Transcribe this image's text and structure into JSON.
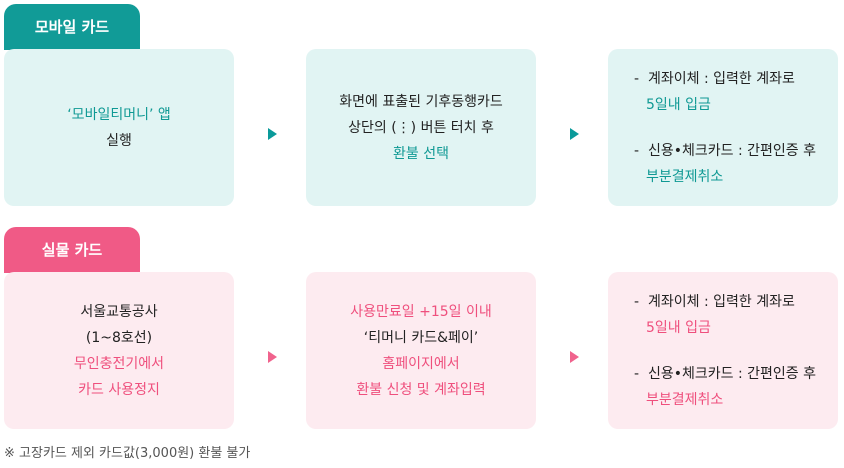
{
  "mobile": {
    "tab_label": "모바일 카드",
    "step1": {
      "line1": "‘모바일티머니’ 앱",
      "line2": "실행"
    },
    "step2": {
      "line1": "화면에 표출된 기후동행카드",
      "line2": "상단의 (⋮) 버튼 터치 후",
      "line3": "환불 선택"
    },
    "step3": {
      "item1_label": "계좌이체 : 입력한 계좌로",
      "item1_value": "5일내 입금",
      "item2_label": "신용•체크카드 : 간편인증 후",
      "item2_value": "부분결제취소"
    }
  },
  "physical": {
    "tab_label": "실물 카드",
    "step1": {
      "line1": "서울교통공사",
      "line2": "(1~8호선)",
      "line3": "무인충전기에서",
      "line4": "카드 사용정지"
    },
    "step2": {
      "line1": "사용만료일 +15일 이내",
      "line2": "‘티머니 카드&페이’",
      "line3": "홈페이지에서",
      "line4": "환불 신청 및 계좌입력"
    },
    "step3": {
      "item1_label": "계좌이체 : 입력한 계좌로",
      "item1_value": "5일내 입금",
      "item2_label": "신용•체크카드 : 간편인증 후",
      "item2_value": "부분결제취소"
    }
  },
  "list_dash": "-",
  "footnote": "※ 고장카드 제외 카드값(3,000원) 환불 불가",
  "colors": {
    "mobile_accent": "#119b97",
    "mobile_box": "#e1f4f3",
    "physical_accent": "#f05a86",
    "physical_box": "#fdebf0"
  }
}
